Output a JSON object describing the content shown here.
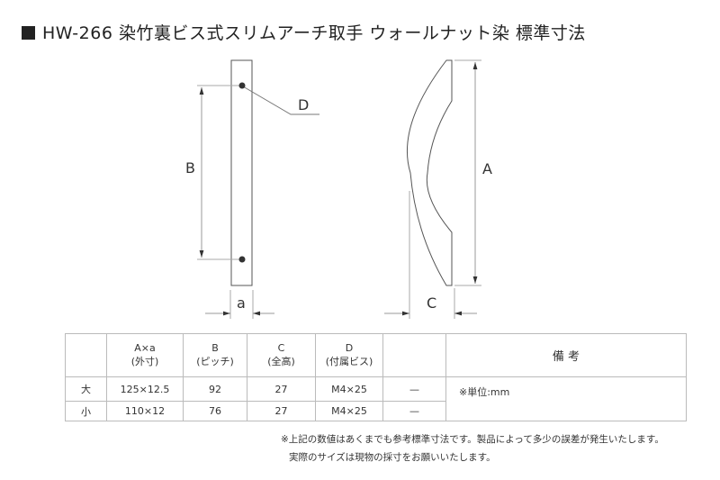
{
  "title": "HW-266 染竹裏ビス式スリムアーチ取手 ウォールナット染 標準寸法",
  "drawing": {
    "labels": {
      "A": "A",
      "B": "B",
      "C": "C",
      "D": "D",
      "a": "a"
    }
  },
  "table": {
    "headers": [
      {
        "top": "A×a",
        "bottom": "(外寸)"
      },
      {
        "top": "B",
        "bottom": "(ピッチ)"
      },
      {
        "top": "C",
        "bottom": "(全高)"
      },
      {
        "top": "D",
        "bottom": "(付属ビス)"
      }
    ],
    "remarks_header": "備 考",
    "remarks": "※単位:mm",
    "rows": [
      {
        "size": "大",
        "axa": "125×12.5",
        "b": "92",
        "c": "27",
        "d": "M4×25",
        "extra": "—"
      },
      {
        "size": "小",
        "axa": "110×12",
        "b": "76",
        "c": "27",
        "d": "M4×25",
        "extra": "—"
      }
    ]
  },
  "notes": [
    "※上記の数値はあくまでも参考標準寸法です。製品によって多少の誤差が発生いたします。",
    "実際のサイズは現物の採寸をお願いいたします。"
  ]
}
